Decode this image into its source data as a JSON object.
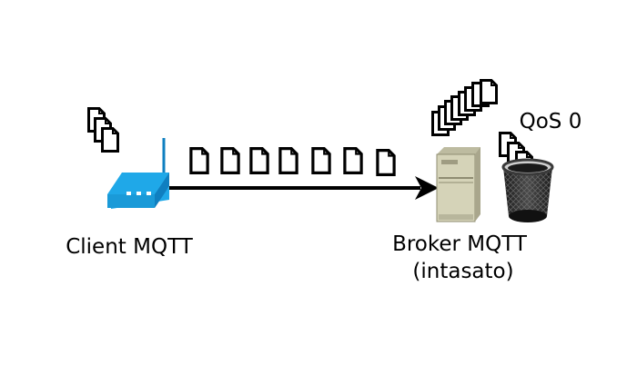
{
  "labels": {
    "client": "Client MQTT",
    "broker_line1": "Broker MQTT",
    "broker_line2": "(intasato)",
    "qos": "QoS 0"
  },
  "colors": {
    "router_body": "#1fa8e8",
    "router_dark": "#0f7fc0",
    "server_body": "#d5d3b8",
    "server_shade": "#a9a68c",
    "arrow": "#000000",
    "trash": "#2a2a2a"
  },
  "icons": {
    "client": "router-icon",
    "broker": "server-icon",
    "discard": "trash-can-icon",
    "message": "document-icon"
  },
  "messages_in_transit": 7
}
